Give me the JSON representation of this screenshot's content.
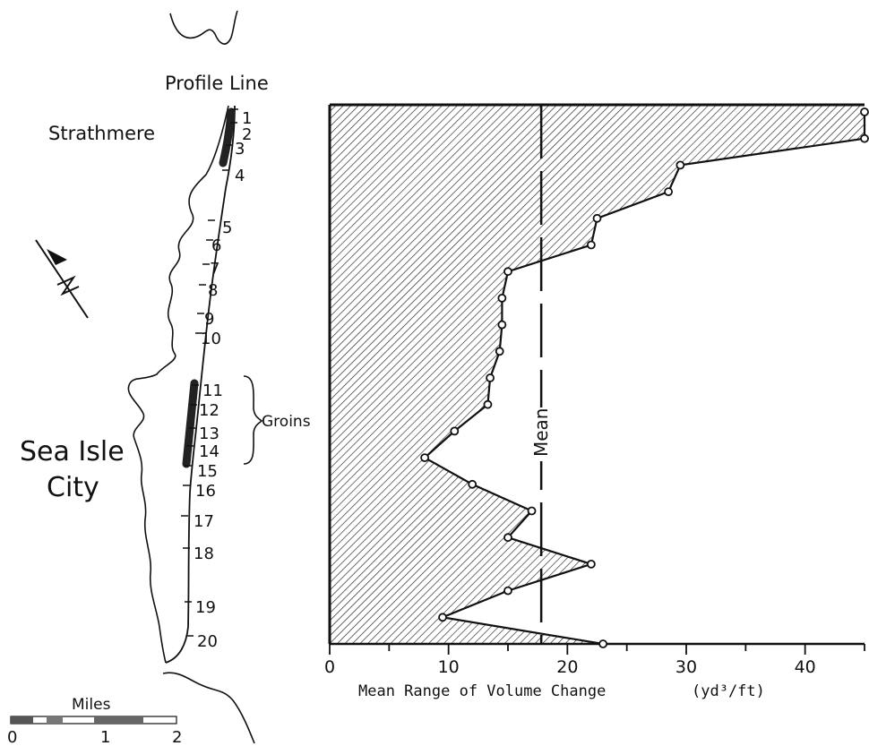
{
  "map": {
    "profile_line_label": "Profile Line",
    "town_north": "Strathmere",
    "town_south_line1": "Sea Isle",
    "town_south_line2": "City",
    "groins_label": "Groins",
    "scale_label": "Miles",
    "scale_ticks": [
      "0",
      "1",
      "2"
    ],
    "profile_numbers": [
      "1",
      "2",
      "3",
      "4",
      "5",
      "6",
      "7",
      "8",
      "9",
      "10",
      "11",
      "12",
      "13",
      "14",
      "15",
      "16",
      "17",
      "18",
      "19",
      "20"
    ]
  },
  "chart_data": {
    "type": "line",
    "orientation": "horizontal",
    "title": "",
    "xlabel": "Mean Range of Volume Change",
    "xlabel_unit": "(yd³/ft)",
    "ylabel": "",
    "xlim": [
      0,
      45
    ],
    "x_ticks": [
      "0",
      "10",
      "20",
      "30",
      "40"
    ],
    "mean_label": "Mean",
    "mean_value": 17.8,
    "fill": "hatched area between axis and curve",
    "series": [
      {
        "profile": [
          1,
          2,
          3,
          4,
          5,
          6,
          7,
          8,
          9,
          10,
          11,
          12,
          13,
          14,
          15,
          16,
          17,
          18,
          19,
          20
        ],
        "values": [
          45.0,
          45.0,
          29.5,
          28.5,
          22.5,
          22.0,
          15.0,
          14.5,
          14.5,
          14.3,
          13.5,
          13.3,
          10.5,
          8.0,
          12.0,
          17.0,
          15.0,
          22.0,
          15.0,
          9.5,
          23.0
        ]
      }
    ]
  }
}
